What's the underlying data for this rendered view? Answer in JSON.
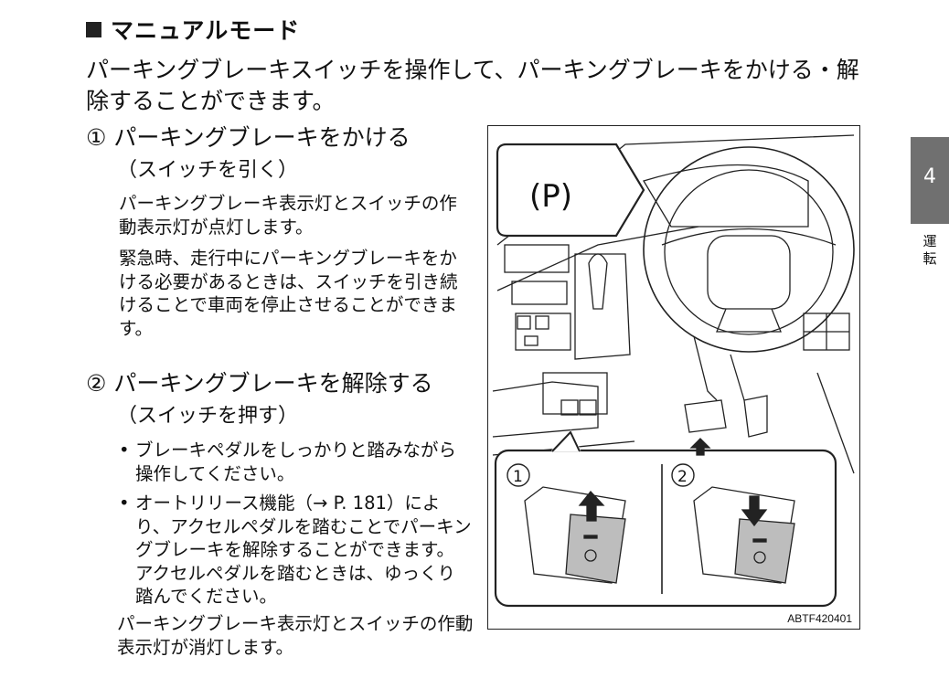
{
  "heading": "マニュアルモード",
  "intro": "パーキングブレーキスイッチを操作して、パーキングブレーキをかける・解除することができます。",
  "step1": {
    "title": "① パーキングブレーキをかける",
    "subtitle": "（スイッチを引く）",
    "para1": "パーキングブレーキ表示灯とスイッチの作動表示灯が点灯します。",
    "para2": "緊急時、走行中にパーキングブレーキをかける必要があるときは、スイッチを引き続けることで車両を停止させることができます。"
  },
  "step2": {
    "title": "② パーキングブレーキを解除する",
    "subtitle": "（スイッチを押す）",
    "bullets": [
      "ブレーキペダルをしっかりと踏みながら操作してください。",
      "オートリリース機能（→ P. 181）により、アクセルペダルを踏むことでパーキングブレーキを解除することができます。アクセルペダルを踏むときは、ゆっくり踏んでください。"
    ],
    "para": "パーキングブレーキ表示灯とスイッチの作動表示灯が消灯します。"
  },
  "tab": {
    "number": "4",
    "label": "運転"
  },
  "figure": {
    "code": "ABTF420401",
    "callout_symbol": "(P)",
    "label1": "1",
    "label2": "2"
  }
}
